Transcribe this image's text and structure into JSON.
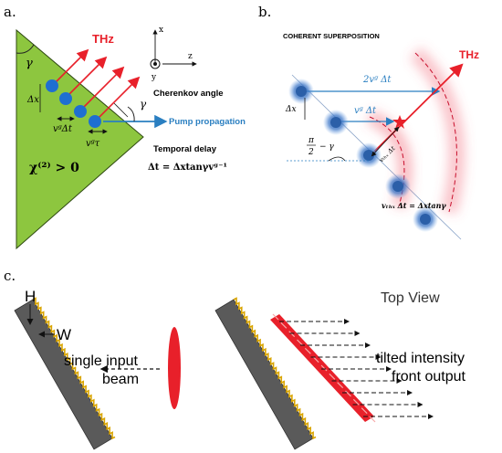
{
  "panel_a": {
    "label": "a.",
    "thz": "THz",
    "gamma": "γ",
    "gamma2": "γ",
    "delta_x": "Δx",
    "vg_dt": "vᵍΔt",
    "vg_tau": "vᵍτ",
    "cherenkov": "Cherenkov angle",
    "pump": "Pump propagation",
    "temporal": "Temporal delay",
    "delay_eq": "Δt = Δxtanγvᵍ⁻¹",
    "chi": "χ⁽²⁾ > 0",
    "axis_x": "x",
    "axis_y": "y",
    "axis_z": "z",
    "colors": {
      "crystal": "#8dc63f",
      "thz": "#e8202a",
      "pump": "#2a7fc1",
      "dot": "#1f6fd1"
    }
  },
  "panel_b": {
    "label": "b.",
    "title": "COHERENT SUPERPOSITION",
    "thz": "THz",
    "two_vg_dt": "2vᵍ Δt",
    "vg_dt": "vᵍ Δt",
    "delta_x": "Δx",
    "pi_half": "π",
    "pi_den": "2",
    "minus_gamma": "− γ",
    "vthz_dt": "vₜₕₓ Δt",
    "equation": "vₜₕₓ Δt = Δxtanγ"
  },
  "panel_c": {
    "label": "c.",
    "h": "H",
    "w": "W",
    "input_1": "single input",
    "input_2": "beam",
    "top_view": "Top View",
    "output_1": "tilted intensity",
    "output_2": "front output"
  }
}
